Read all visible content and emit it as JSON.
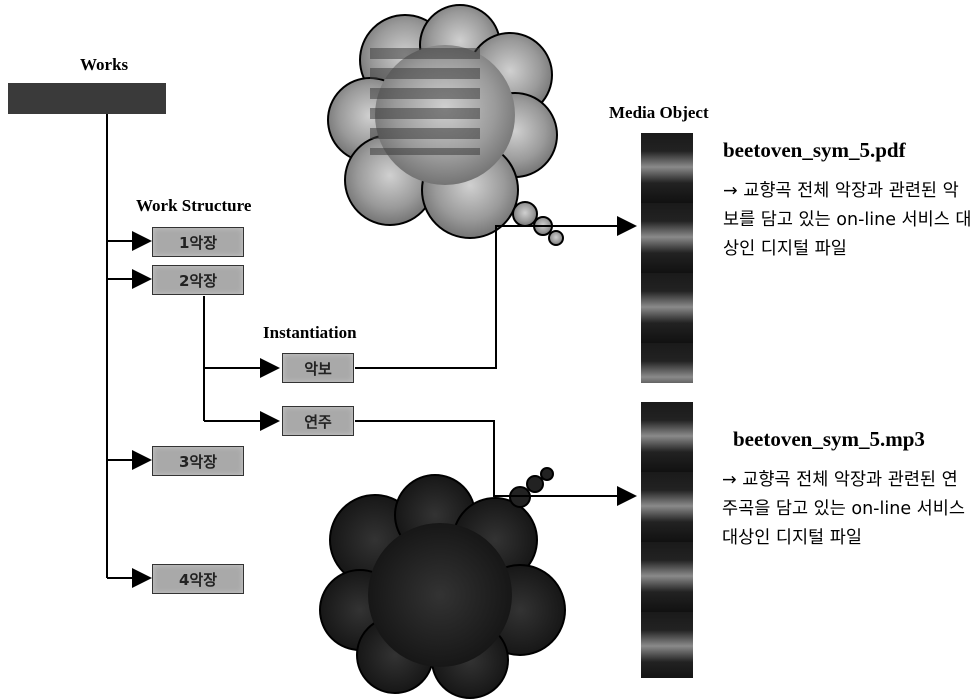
{
  "works": {
    "label": "Works"
  },
  "work_structure": {
    "label": "Work Structure",
    "movements": [
      "1악장",
      "2악장",
      "3악장",
      "4악장"
    ]
  },
  "instantiation": {
    "label": "Instantiation",
    "items": [
      "악보",
      "연주"
    ]
  },
  "media_object": {
    "label": "Media Object"
  },
  "files": [
    {
      "name": "beetoven_sym_5.pdf",
      "description": "→ 교향곡 전체 악장과 관련된 악보를 담고 있는 on-line 서비스 대상인 디지털 파일"
    },
    {
      "name": "beetoven_sym_5.mp3",
      "description": "→ 교향곡 전체 악장과 관련된 연주곡을 담고 있는 on-line 서비스 대상인 디지털 파일"
    }
  ]
}
